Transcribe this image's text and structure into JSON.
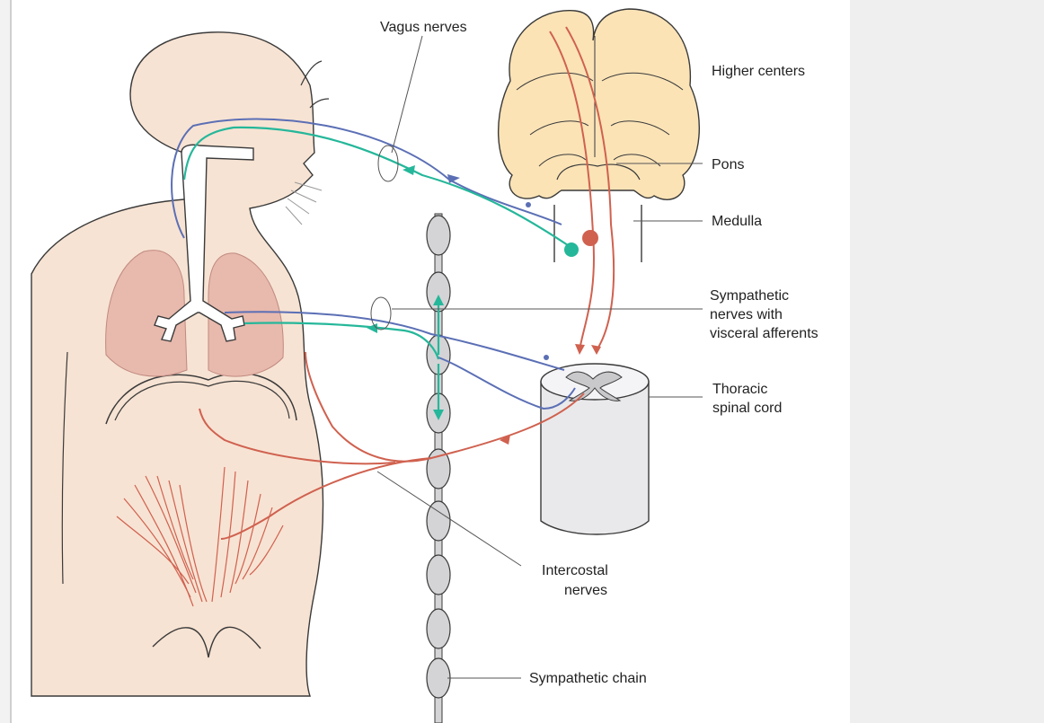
{
  "labels": {
    "vagus_nerves": "Vagus nerves",
    "higher_centers": "Higher centers",
    "pons": "Pons",
    "medulla": "Medulla",
    "sympathetic_1": "Sympathetic",
    "sympathetic_2": "nerves with",
    "sympathetic_3": "visceral afferents",
    "thoracic_1": "Thoracic",
    "thoracic_2": "spinal cord",
    "intercostal_1": "Intercostal",
    "intercostal_2": "nerves",
    "sympathetic_chain": "Sympathetic chain"
  },
  "colors": {
    "skin": "#f7e3d3",
    "lung": "#e8b9ad",
    "brain": "#fbe3b6",
    "cord": "#e9e9eb",
    "efferent_red": "#d0614f",
    "vagal_blue": "#5b6fb5",
    "afferent_green": "#25b79a",
    "chain_gray": "#d4d4d6"
  }
}
